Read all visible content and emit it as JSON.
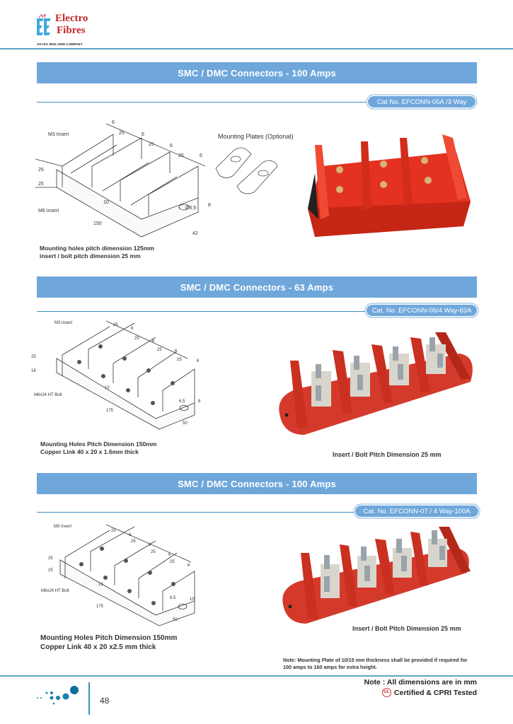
{
  "header": {
    "brand_line1": "Electro",
    "brand_line2": "Fibres",
    "brand_tagline": "AN ISO 9001-2008 COMPANY",
    "brand_color": "#c0282e",
    "accent_color": "#5aa7c6"
  },
  "sections": [
    {
      "title": "SMC / DMC Connectors - 100 Amps",
      "cat_no": "Cat No. EFCONN-05A /3 Way",
      "drawing_labels": {
        "insert_top": "M3 Insert",
        "insert_bottom": "M6 Insert",
        "pitch": [
          "6",
          "25",
          "6",
          "25",
          "6",
          "25",
          "6"
        ],
        "height_a": "25",
        "height_b": "25",
        "base": "10",
        "length": "150",
        "width": "42",
        "hole": "Ø6.5",
        "thickness": "8"
      },
      "mounting_plates_label": "Mounting Plates (Optional)",
      "captions": [
        "Mounting holes pitch dimension 125mm",
        "insert / bolt pitch dimension 25 mm"
      ]
    },
    {
      "title": "SMC / DMC Connectors - 63 Amps",
      "cat_no": "Cat. No. EFCONN-06/4 Way-63A",
      "drawing_labels": {
        "insert_top": "M3 Insert",
        "bolt": "M6x24 HT Bolt",
        "pitch": [
          "25",
          "6",
          "25",
          "6",
          "25",
          "6",
          "25",
          "6"
        ],
        "height_a": "25",
        "height_b": "18",
        "base": "10",
        "length": "175",
        "width": "50",
        "hole": "6.5",
        "thickness": "8"
      },
      "captions": [
        "Mounting Holes Pitch Dimension 150mm",
        "Copper Link 40 x 20 x 1.6mm thick"
      ],
      "photo_caption": "Insert /  Bolt Pitch Dimension 25 mm"
    },
    {
      "title": "SMC / DMC Connectors - 100 Amps",
      "cat_no": "Cat. No. EFCONN-07 / 4 Way-100A",
      "drawing_labels": {
        "insert_top": "M3 Insert",
        "bolt": "M6x24 HT Bolt",
        "pitch": [
          "25",
          "6",
          "25",
          "6",
          "25",
          "6",
          "25",
          "6"
        ],
        "height_a": "25",
        "height_b": "25",
        "base": "15",
        "length": "175",
        "width": "50",
        "hole": "6.5",
        "thickness": "10"
      },
      "captions": [
        "Mounting Holes Pitch Dimension 150mm",
        "Copper Link 40 x 20 x2.5 mm thick"
      ],
      "photo_caption": "Insert /  Bolt Pitch Dimension 25 mm"
    }
  ],
  "footer": {
    "mounting_note_line1": "Note: Mounting Plate of 10/15 mm thickness shall be provided if required for",
    "mounting_note_line2": "100 amps to 160 amps for extra height.",
    "dimensions_note": "Note : All dimensions are in mm",
    "certified_note": "Certified & CPRI Tested",
    "cert_icon": "ul-mark-icon",
    "page_number": "48"
  }
}
